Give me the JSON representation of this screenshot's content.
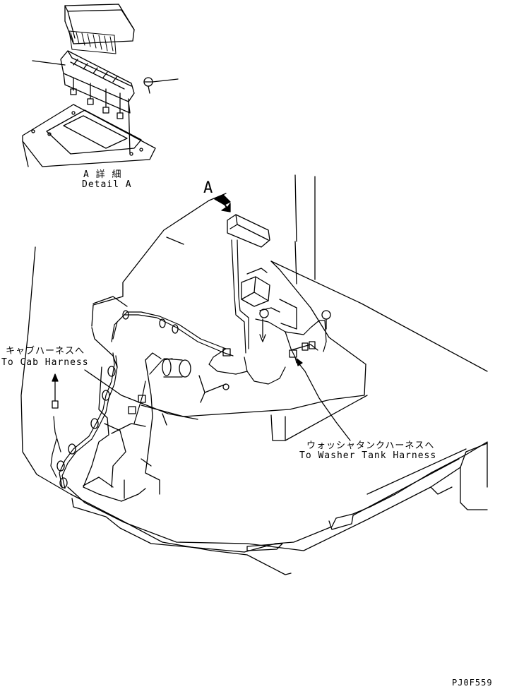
{
  "detail": {
    "title_jp": "A 詳 細",
    "title_en": "Detail A"
  },
  "view_marker": "A",
  "callouts": {
    "cab_harness_jp": "キャブハーネスへ",
    "cab_harness_en": "To Cab Harness",
    "washer_harness_jp": "ウォッシャタンクハーネスへ",
    "washer_harness_en": "To Washer Tank Harness"
  },
  "drawing_code": "PJ0F559",
  "colors": {
    "line": "#000000",
    "background": "#ffffff"
  }
}
